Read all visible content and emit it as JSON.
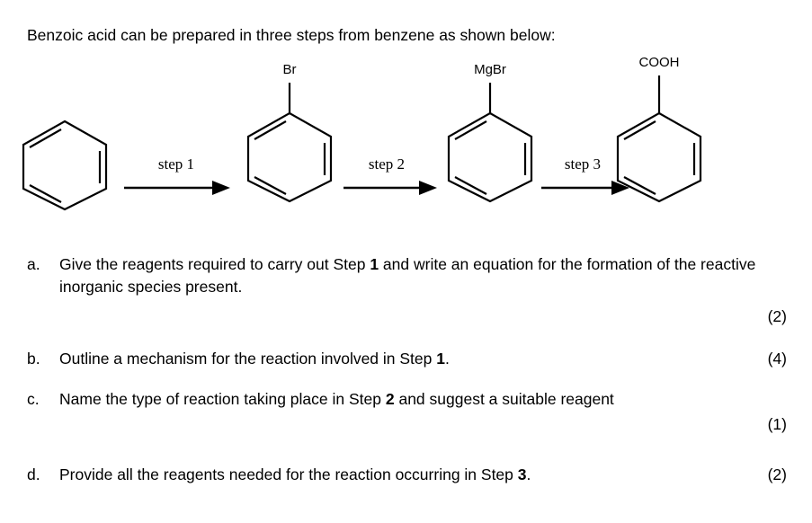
{
  "intro": {
    "text": "Benzoic acid can be prepared in three steps from benzene as shown below:"
  },
  "scheme": {
    "molecules": [
      {
        "name": "benzene",
        "substituent": ""
      },
      {
        "name": "bromobenzene",
        "substituent": "Br"
      },
      {
        "name": "phenylmagnesium-bromide",
        "substituent": "MgBr"
      },
      {
        "name": "benzoic-acid",
        "substituent": "COOH"
      }
    ],
    "arrows": [
      {
        "label": "step 1"
      },
      {
        "label": "step 2"
      },
      {
        "label": "step 3"
      }
    ]
  },
  "questions": [
    {
      "letter": "a.",
      "text_before": "Give the reagents required to carry out Step ",
      "bold": "1",
      "text_after": " and write an equation for the formation of the reactive inorganic species present.",
      "marks": "(2)"
    },
    {
      "letter": "b.",
      "text_before": "Outline a mechanism for the reaction involved in Step ",
      "bold": "1",
      "text_after": ".",
      "marks": "(4)"
    },
    {
      "letter": "c.",
      "text_before": "Name the type of reaction taking place in Step ",
      "bold": "2",
      "text_after": " and suggest a suitable reagent",
      "marks": "(1)"
    },
    {
      "letter": "d.",
      "text_before": "Provide all the reagents needed for the reaction occurring in Step ",
      "bold": "3",
      "text_after": ".",
      "marks": "(2)"
    }
  ],
  "colors": {
    "ink": "#000000",
    "paper": "#ffffff"
  }
}
